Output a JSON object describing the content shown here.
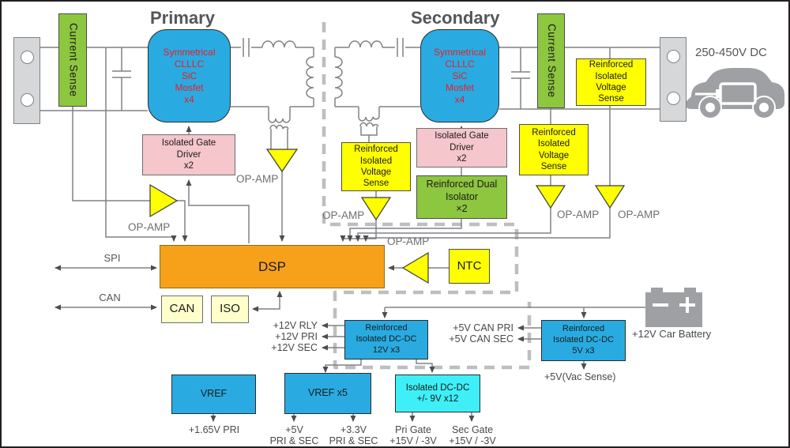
{
  "titles": {
    "primary": "Primary",
    "secondary": "Secondary"
  },
  "blocks": {
    "current_sense": "Current Sense",
    "mosfet": "Symmetrical\nCLLLC\nSiC\nMosfet\nx4",
    "gate_driver": "Isolated Gate\nDriver\nx2",
    "voltage_sense": "Reinforced\nIsolated\nVoltage\nSense",
    "dual_isolator": "Reinforced Dual\nIsolator\n×2",
    "dsp": "DSP",
    "can_chip": "CAN",
    "iso_chip": "ISO",
    "ntc": "NTC",
    "dcdc_12v": "Reinforced\nIsolated DC-DC\n12V x3",
    "dcdc_5v": "Reinforced\nIsolated DC-DC\n5V x3",
    "vref": "VREF",
    "vref_x5": "VREF x5",
    "dcdc_9v": "Isolated DC-DC\n+/- 9V x12"
  },
  "labels": {
    "op_amp": "OP-AMP",
    "spi": "SPI",
    "can_bus": "CAN",
    "dc_range": "250-450V DC",
    "car_battery": "+12V Car Battery",
    "v12_rly": "+12V RLY",
    "v12_pri": "+12V PRI",
    "v12_sec": "+12V SEC",
    "v5_can_pri": "+5V CAN PRI",
    "v5_can_sec": "+5V CAN SEC",
    "vac_sense": "+5V(Vac Sense)",
    "vref_out": "+1.65V PRI",
    "v5_out": "+5V\nPRI & SEC",
    "v33_out": "+3.3V\nPRI & SEC",
    "pri_gate": "Pri Gate\n+15V / -3V",
    "sec_gate": "Sec Gate\n+15V / -3V"
  },
  "colors": {
    "block_blue": "#29ABE2",
    "block_cyan": "#3FEFF7",
    "block_green": "#8DC63F",
    "block_yellow": "#FFFF00",
    "block_pink": "#F5C6CB",
    "dsp_orange": "#F7A11A",
    "bus_cream": "#FFFFCC",
    "wire_gray": "#808285",
    "dashed_gray": "#BCBEC0",
    "text_red": "#ED1C24",
    "icon_gray": "#9EA0A3"
  }
}
